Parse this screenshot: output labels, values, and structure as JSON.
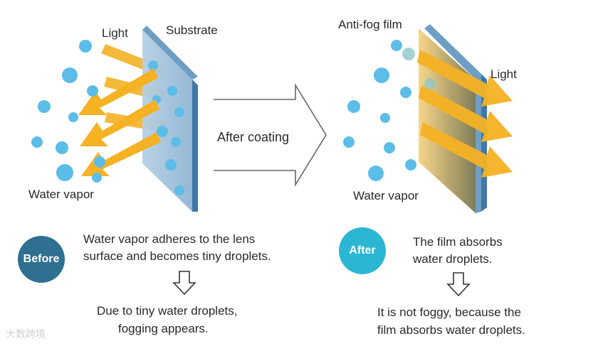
{
  "left_panel": {
    "light_label": "Light",
    "substrate_label": "Substrate",
    "vapor_label": "Water vapor"
  },
  "middle": {
    "arrow_label": "After coating"
  },
  "right_panel": {
    "film_label": "Anti-fog film",
    "light_label": "Light",
    "vapor_label": "Water vapor"
  },
  "before": {
    "badge": "Before",
    "line1": "Water vapor adheres to the lens",
    "line2": "surface and becomes tiny droplets.",
    "result1": "Due to tiny water droplets,",
    "result2": "fogging appears."
  },
  "after": {
    "badge": "After",
    "line1": "The film absorbs",
    "line2": "water droplets.",
    "result1": "It is not foggy, because the",
    "result2": "film absorbs water droplets."
  },
  "watermark": "大数跨境",
  "colors": {
    "droplet": "#5bbde8",
    "light_arrow": "#f5b224",
    "substrate": "#9dbfd8",
    "substrate_edge": "#3f78a8",
    "film": "#a89a5e",
    "before_badge": "#2f6f8f",
    "after_badge": "#2bb7d4"
  }
}
